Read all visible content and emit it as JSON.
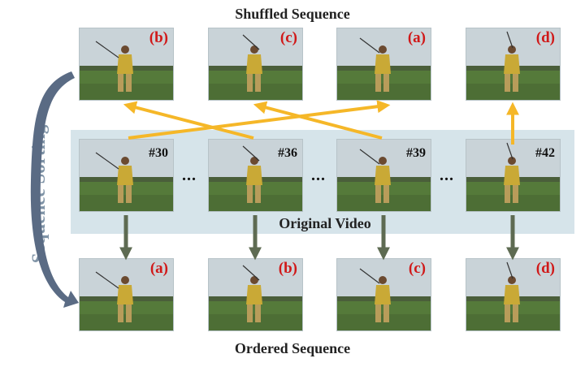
{
  "titles": {
    "shuffled": "Shuffled Sequence",
    "ordered": "Ordered Sequence",
    "original": "Original Video",
    "side": "Sequence Sorting"
  },
  "shuffled_labels": [
    "(b)",
    "(c)",
    "(a)",
    "(d)"
  ],
  "original_labels": [
    "#30",
    "#36",
    "#39",
    "#42"
  ],
  "ordered_labels": [
    "(a)",
    "(b)",
    "(c)",
    "(d)"
  ],
  "ellipsis": "...",
  "colors": {
    "yellow_arrow": "#f5b728",
    "green_arrow": "#5e6b52",
    "curve_arrow": "#5a6b84",
    "label_red": "#d01818",
    "panel": "#cfdfe6"
  }
}
